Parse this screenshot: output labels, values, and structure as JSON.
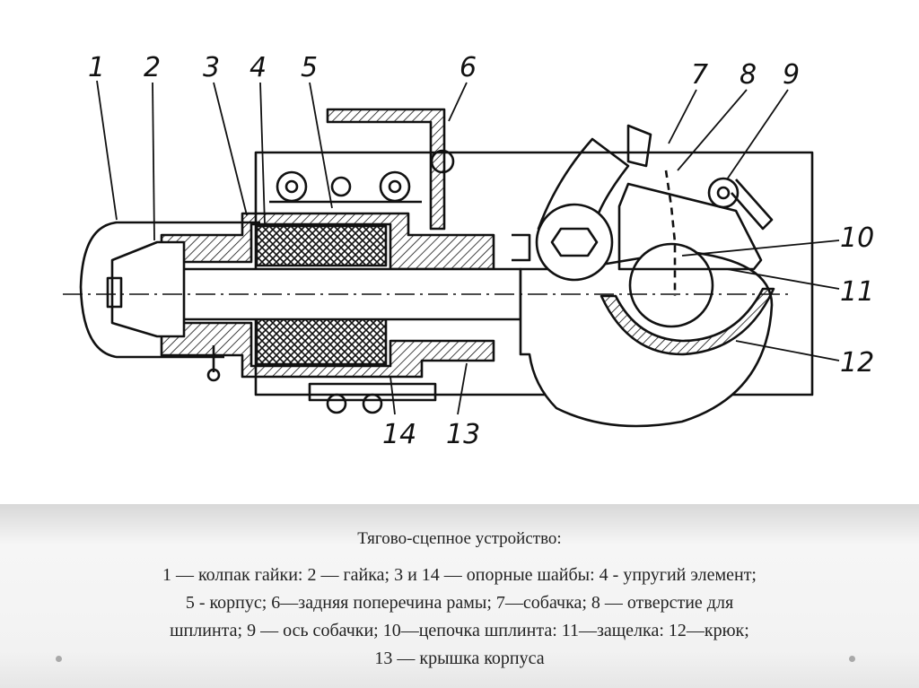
{
  "diagram": {
    "callouts": [
      "1",
      "2",
      "3",
      "4",
      "5",
      "6",
      "7",
      "8",
      "9",
      "10",
      "11",
      "12",
      "13",
      "14"
    ]
  },
  "caption": {
    "title": "Тягово-сцепное устройство:",
    "lines": [
      "1 — колпак гайки: 2 — гайка; 3 и 14 — опорные шайбы: 4 - упругий элемент;",
      "5 - корпус; 6—задняя поперечина рамы; 7—собачка; 8 — отверстие для",
      "шплинта; 9 — ось собачки; 10—цепочка шплинта: 11—защелка: 12—крюк;",
      "13 — крышка корпуса"
    ]
  },
  "colors": {
    "ink": "#111111",
    "band": "#f2f2f2",
    "dot": "#a9a9a9"
  }
}
